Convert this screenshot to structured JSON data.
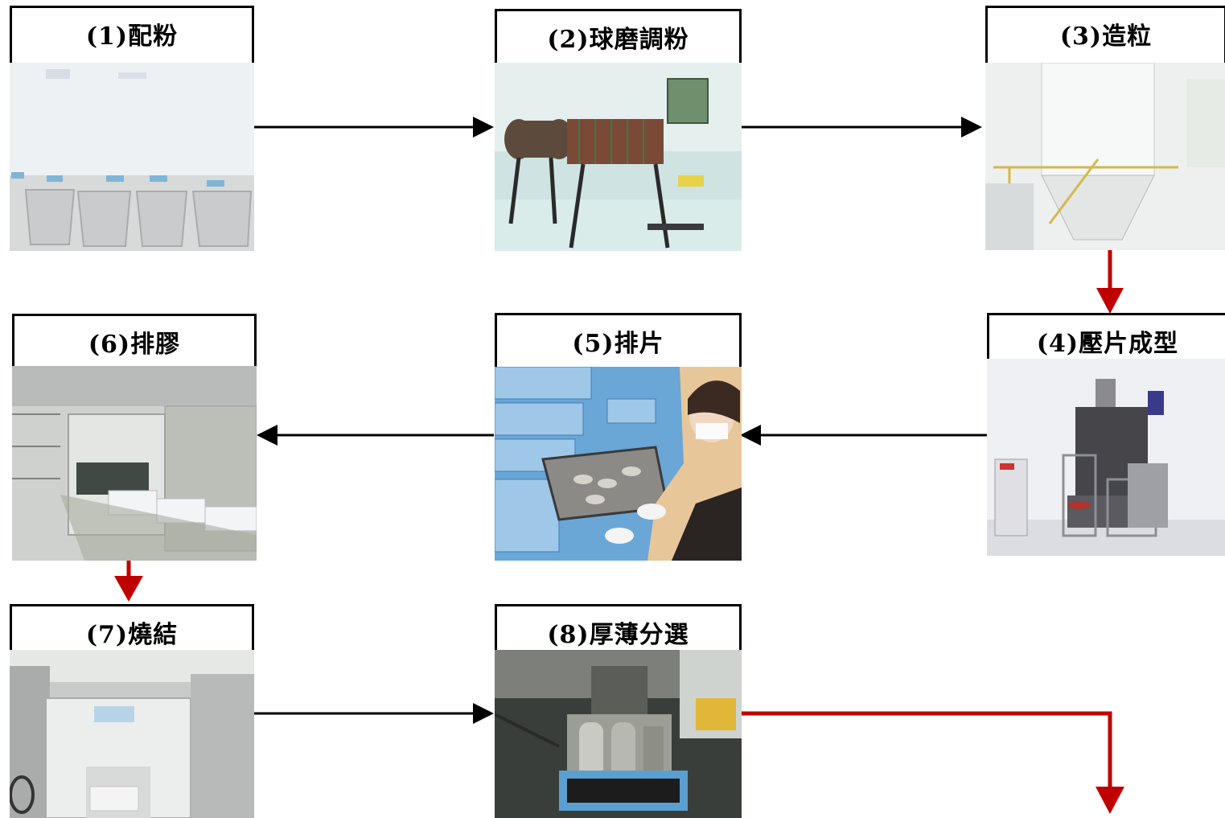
{
  "steps": [
    {
      "id": 1,
      "label": "(1)配粉"
    },
    {
      "id": 2,
      "label": "(2)球磨調粉"
    },
    {
      "id": 3,
      "label": "(3)造粒"
    },
    {
      "id": 4,
      "label": "(4)壓片成型"
    },
    {
      "id": 5,
      "label": "(5)排片"
    },
    {
      "id": 6,
      "label": "(6)排膠"
    },
    {
      "id": 7,
      "label": "(7)燒結"
    },
    {
      "id": 8,
      "label": "(8)厚薄分選"
    }
  ],
  "colors": {
    "flow_arrow": "#000000",
    "transition_arrow": "#c00000",
    "frame": "#000000"
  },
  "icons": {
    "flow_arrow": "arrow-right-icon",
    "back_arrow": "arrow-left-icon",
    "transition_arrow": "arrow-down-icon"
  }
}
